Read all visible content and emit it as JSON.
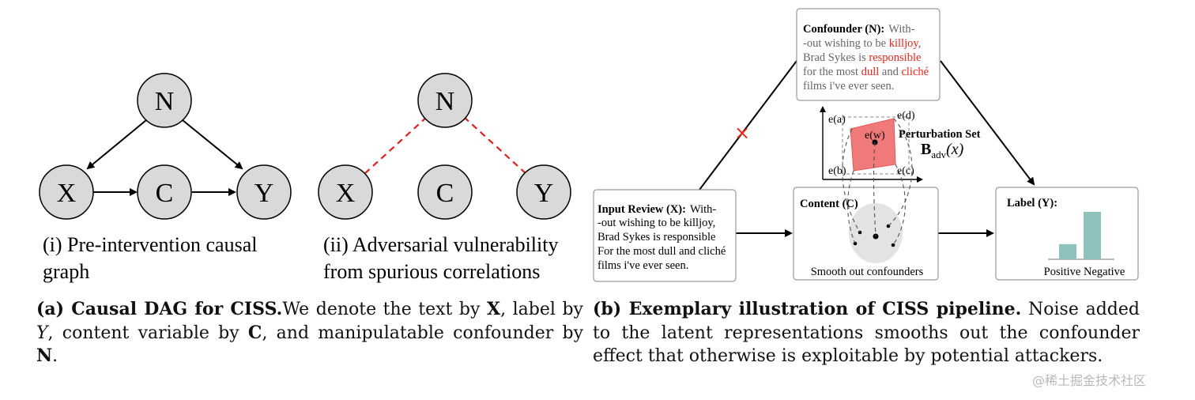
{
  "panel_a": {
    "graph1": {
      "nodes": {
        "n": "N",
        "x": "X",
        "c": "C",
        "y": "Y"
      },
      "caption_line1": "(i) Pre-intervention causal",
      "caption_line2": "graph"
    },
    "graph2": {
      "nodes": {
        "n": "N",
        "x": "X",
        "c": "C",
        "y": "Y"
      },
      "caption_line1": "(ii) Adversarial vulnerability",
      "caption_line2": "from spurious correlations"
    },
    "caption": {
      "title": "(a) Causal DAG for CISS.",
      "t1": "We denote the text by ",
      "X": "X",
      "t2": ", label by ",
      "Y": "Y",
      "t3": ", content variable by ",
      "C": "C",
      "t4": ", and manipulatable confounder by ",
      "N": "N",
      "t5": "."
    }
  },
  "panel_b": {
    "confounder_box": {
      "title": "Confounder (N):",
      "l1_rest": "With-",
      "l2_a": "-out wishing to be ",
      "l2_red": "killjoy",
      "l2_b": ",",
      "l3_a": "Brad Sykes is ",
      "l3_red": "responsible",
      "l4_a": "for the most ",
      "l4_red1": "dull",
      "l4_b": " and ",
      "l4_red2": "cliché",
      "l5": "films i've ever seen."
    },
    "input_box": {
      "title": "Input Review (X):",
      "l1_rest": "With-",
      "l2": "-out wishing to be killjoy,",
      "l3": "Brad Sykes is responsible",
      "l4": "For the most dull and cliché",
      "l5": "films i've ever seen."
    },
    "content_box": {
      "title": "Content (C)",
      "footer": "Smooth out confounders"
    },
    "label_box": {
      "title": "Label (Y):",
      "bar_labels": "Positive Negative",
      "bars": [
        {
          "name": "Positive",
          "value": 0.32
        },
        {
          "name": "Negative",
          "value": 1.0
        }
      ]
    },
    "perturbation": {
      "title": "Perturbation Set",
      "symbol": "B",
      "subscript": "adv",
      "arg": "(x)",
      "corners": {
        "a": "e(a)",
        "d": "e(d)",
        "b": "e(b)",
        "c": "e(c)",
        "w": "e(w)"
      }
    },
    "cut_mark": "×",
    "caption": {
      "title": "(b) Exemplary illustration of CISS pipeline.",
      "text": " Noise added to the latent representations smooths out the confounder effect that otherwise is exploitable by potential attackers."
    }
  },
  "watermark": "@稀土掘金技术社区",
  "colors": {
    "node_fill": "#d9d9d9",
    "red_dash": "#e02020",
    "highlight_red": "#e8261b",
    "perturb_fill": "#f07a7a",
    "bar_fill": "#8fc1bd",
    "blob_fill": "#e3e3e3",
    "box_border": "#9a9a9a"
  }
}
